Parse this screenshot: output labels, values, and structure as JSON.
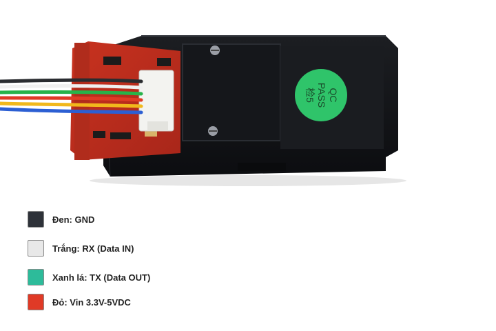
{
  "photo": {
    "sticker_line1": "QC",
    "sticker_line2": "PASS",
    "sticker_line3": "检5",
    "sticker_color": "#2fc46a"
  },
  "legend": [
    {
      "label": "Đen: GND",
      "color": "#2e3239"
    },
    {
      "label": "Trắng: RX (Data IN)",
      "color": "#e8e8e8"
    },
    {
      "label": "Xanh lá: TX (Data OUT)",
      "color": "#2dbb9a"
    },
    {
      "label": "Đỏ: Vin 3.3V-5VDC",
      "color": "#e03a26"
    }
  ]
}
